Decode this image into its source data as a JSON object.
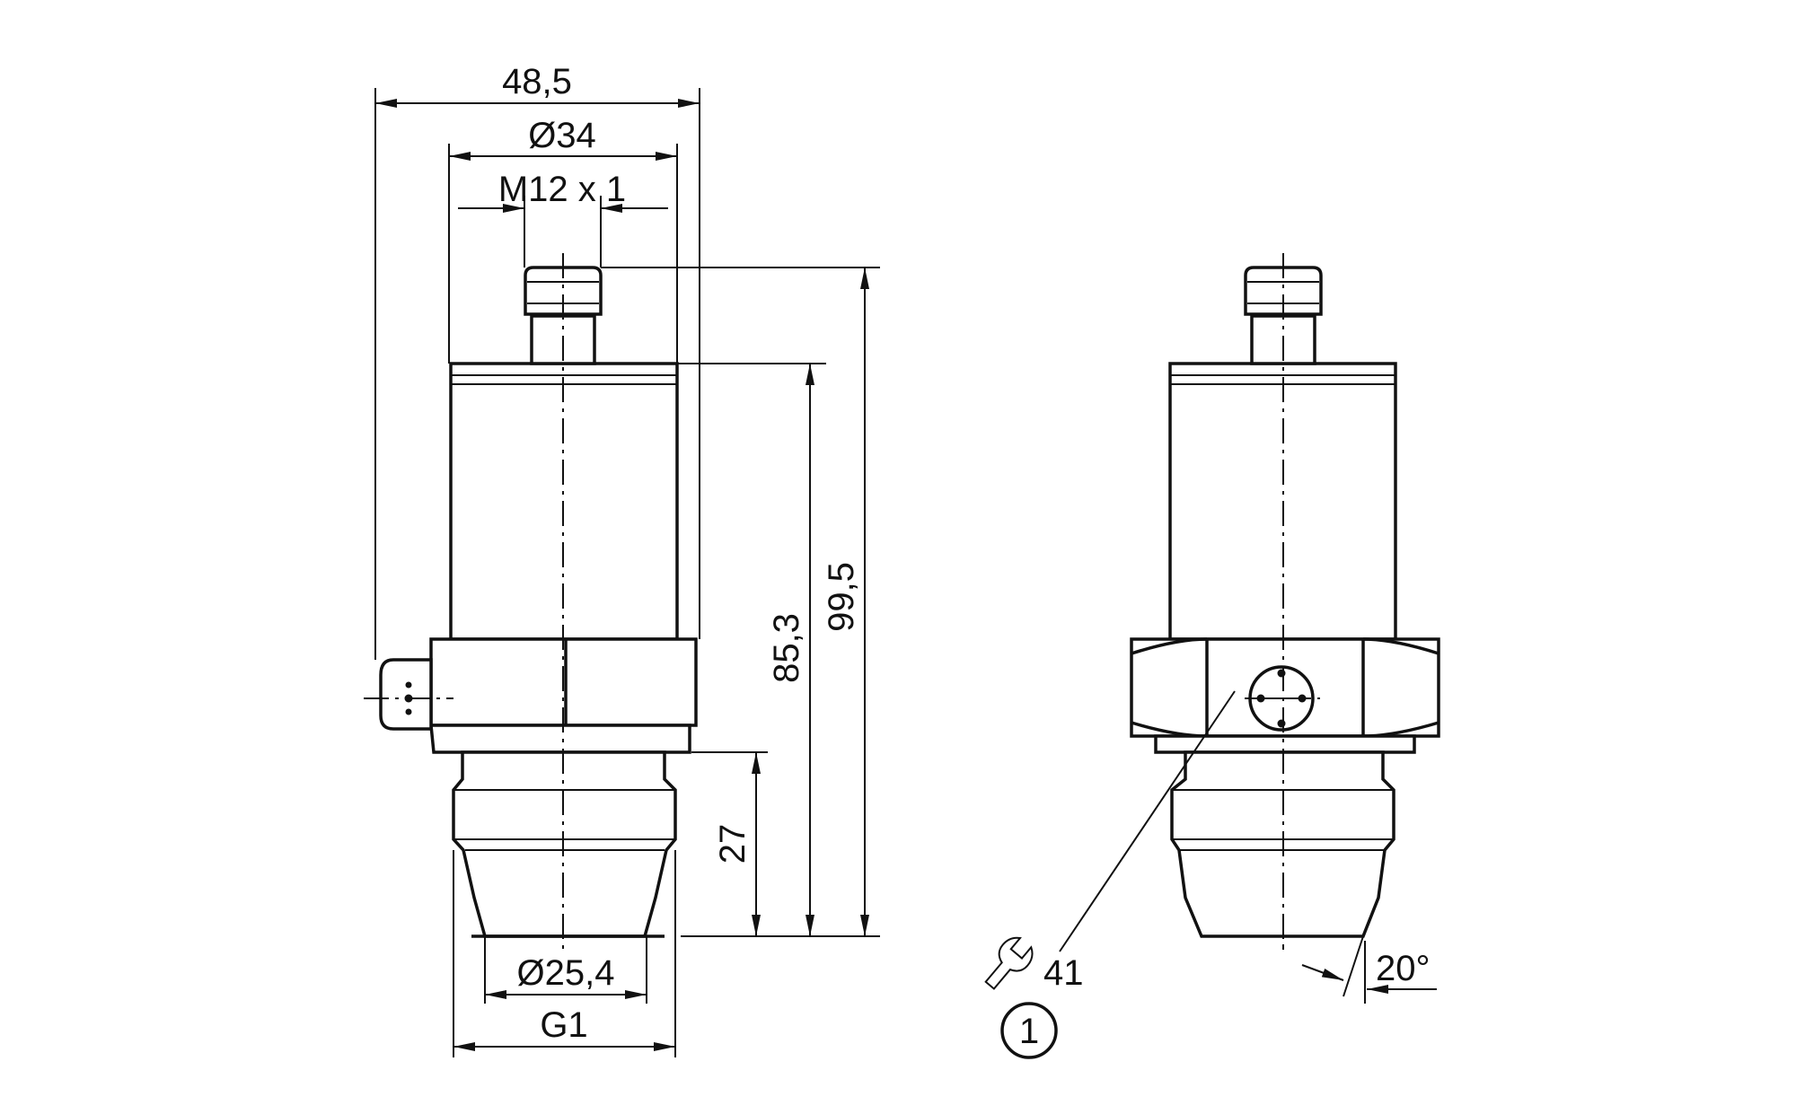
{
  "side_view": {
    "dim_overall_width": "48,5",
    "dim_body_diameter": "Ø34",
    "dim_connector_thread": "M12 x 1",
    "dim_total_height": "99,5",
    "dim_body_height": "85,3",
    "dim_thread_length": "27",
    "dim_seal_diameter": "Ø25,4",
    "dim_process_thread": "G1"
  },
  "front_view": {
    "wrench_size": "41",
    "angle": "20°",
    "callout_number": "1"
  }
}
